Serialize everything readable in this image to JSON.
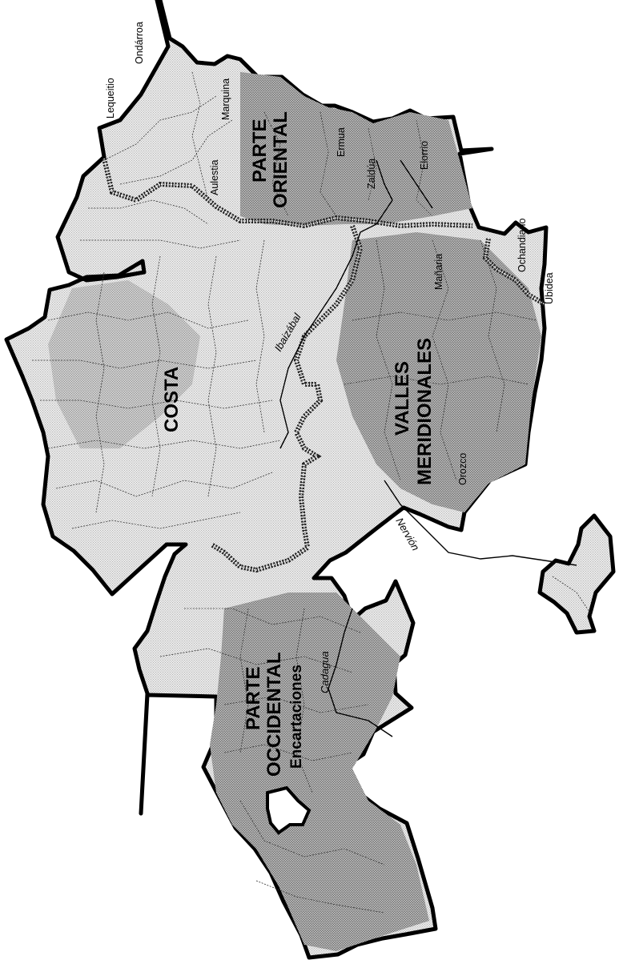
{
  "regions": {
    "costa": "COSTA",
    "parte_oriental_1": "PARTE",
    "parte_oriental_2": "ORIENTAL",
    "valles_1": "VALLES",
    "valles_2": "MERIDIONALES",
    "parte_occidental_1": "PARTE",
    "parte_occidental_2": "OCCIDENTAL",
    "encartaciones": "Encartaciones"
  },
  "towns": {
    "ondarroa": "Ondárroa",
    "lequeitio": "Lequeitio",
    "marquina": "Marquina",
    "aulestia": "Aulestia",
    "ermua": "Ermua",
    "zaldua": "Zaldúa",
    "elorrio": "Elorrio",
    "ochandiano": "Ochandiano",
    "ubidea": "Ubidea",
    "manaria": "Mañaria",
    "orozco": "Orozco"
  },
  "rivers": {
    "ibaizabal": "Ibaizábal",
    "nervion": "Nervión",
    "cadagua": "Cadagua"
  },
  "colors": {
    "outline": "#000000",
    "fill_light": "#d9d9d9",
    "fill_dark": "#8c8c8c",
    "background": "#ffffff"
  }
}
